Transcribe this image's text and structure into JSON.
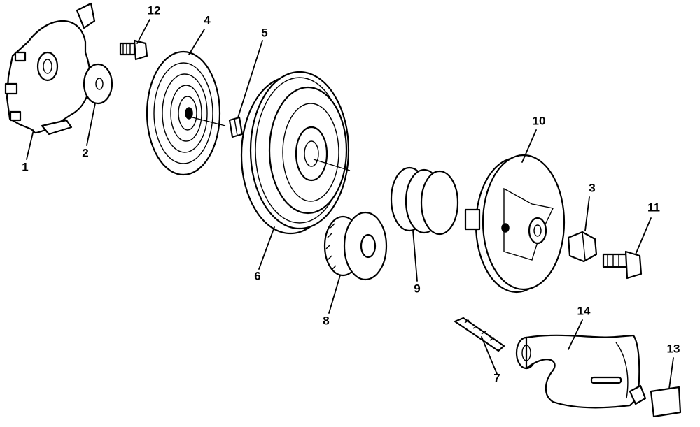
{
  "diagram": {
    "callouts": {
      "p1": "1",
      "p2": "2",
      "p3": "3",
      "p4": "4",
      "p5": "5",
      "p6": "6",
      "p7": "7",
      "p8": "8",
      "p9": "9",
      "p10": "10",
      "p11": "11",
      "p12": "12",
      "p13": "13",
      "p14": "14"
    }
  }
}
